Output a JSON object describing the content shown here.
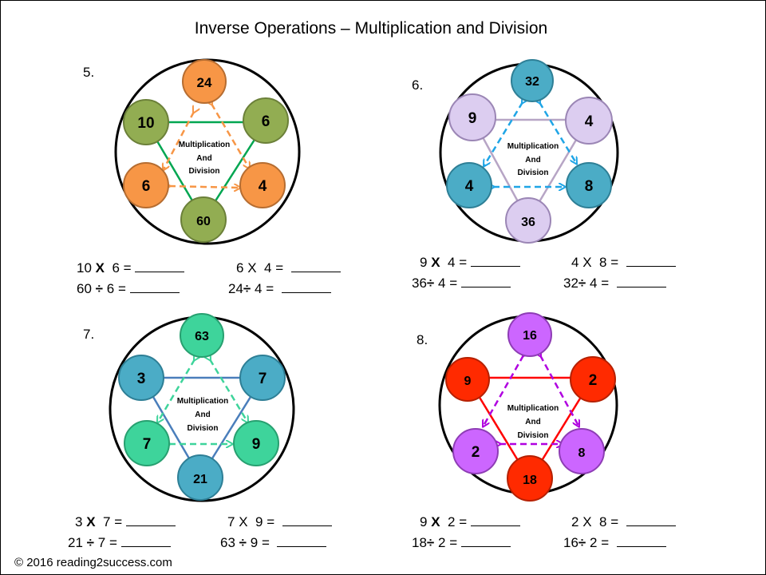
{
  "title": "Inverse Operations – Multiplication and Division",
  "center_label": [
    "Multiplication",
    "And",
    "Division"
  ],
  "colors": {
    "green": "#92AD52",
    "orange": "#F79646",
    "green_line": "#00A651",
    "teal": "#4BACC6",
    "lilac": "#DCCDF0",
    "lilac_line": "#B7A5C5",
    "mint": "#3ED49B",
    "steel": "#4A7EBB",
    "red": "#FF2A00",
    "violet": "#CC66FF",
    "purple_arrow": "#B000E0"
  },
  "problems": [
    {
      "number": "5.",
      "nodes": {
        "top": "24",
        "upper_left": "10",
        "upper_right": "6",
        "lower_left": "6",
        "lower_right": "4",
        "bottom": "60"
      },
      "equations": [
        {
          "a": "10",
          "op": "X",
          "b": "6",
          "eq": "="
        },
        {
          "a": "6",
          "op": "X",
          "b": "4",
          "eq": "="
        },
        {
          "a": "60",
          "op": "÷",
          "b": "6",
          "eq": "="
        },
        {
          "a": "24",
          "op": "÷",
          "b": "4",
          "eq": "="
        }
      ]
    },
    {
      "number": "6.",
      "nodes": {
        "top": "32",
        "upper_left": "9",
        "upper_right": "4",
        "lower_left": "4",
        "lower_right": "8",
        "bottom": "36"
      },
      "equations": [
        {
          "a": "9",
          "op": "X",
          "b": "4",
          "eq": "="
        },
        {
          "a": "4",
          "op": "X",
          "b": "8",
          "eq": "="
        },
        {
          "a": "36",
          "op": "÷",
          "b": "4",
          "eq": "="
        },
        {
          "a": "32",
          "op": "÷",
          "b": "4",
          "eq": "="
        }
      ]
    },
    {
      "number": "7.",
      "nodes": {
        "top": "63",
        "upper_left": "3",
        "upper_right": "7",
        "lower_left": "7",
        "lower_right": "9",
        "bottom": "21"
      },
      "equations": [
        {
          "a": "3",
          "op": "X",
          "b": "7",
          "eq": "="
        },
        {
          "a": "7",
          "op": "X",
          "b": "9",
          "eq": "="
        },
        {
          "a": "21",
          "op": "÷",
          "b": "7",
          "eq": "="
        },
        {
          "a": "63",
          "op": "÷",
          "b": "9",
          "eq": "="
        }
      ]
    },
    {
      "number": "8.",
      "nodes": {
        "top": "16",
        "upper_left": "9",
        "upper_right": "2",
        "lower_left": "2",
        "lower_right": "8",
        "bottom": "18"
      },
      "equations": [
        {
          "a": "9",
          "op": "X",
          "b": "2",
          "eq": "="
        },
        {
          "a": "2",
          "op": "X",
          "b": "8",
          "eq": "="
        },
        {
          "a": "18",
          "op": "÷",
          "b": "2",
          "eq": "="
        },
        {
          "a": "16",
          "op": "÷",
          "b": "2",
          "eq": "="
        }
      ]
    }
  ],
  "footer": "©  2016 reading2success.com"
}
